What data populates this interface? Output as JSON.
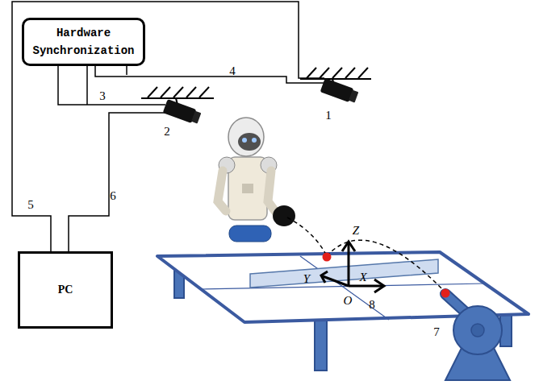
{
  "diagram": {
    "nodes": [
      {
        "text": [
          "Hardware Synchronization"
        ]
      },
      {
        "text": [
          "PC"
        ]
      }
    ],
    "labels": [
      "1",
      "2",
      "3",
      "4",
      "5",
      "6",
      "7",
      "8",
      "Z",
      "Y",
      "X",
      "O"
    ]
  }
}
